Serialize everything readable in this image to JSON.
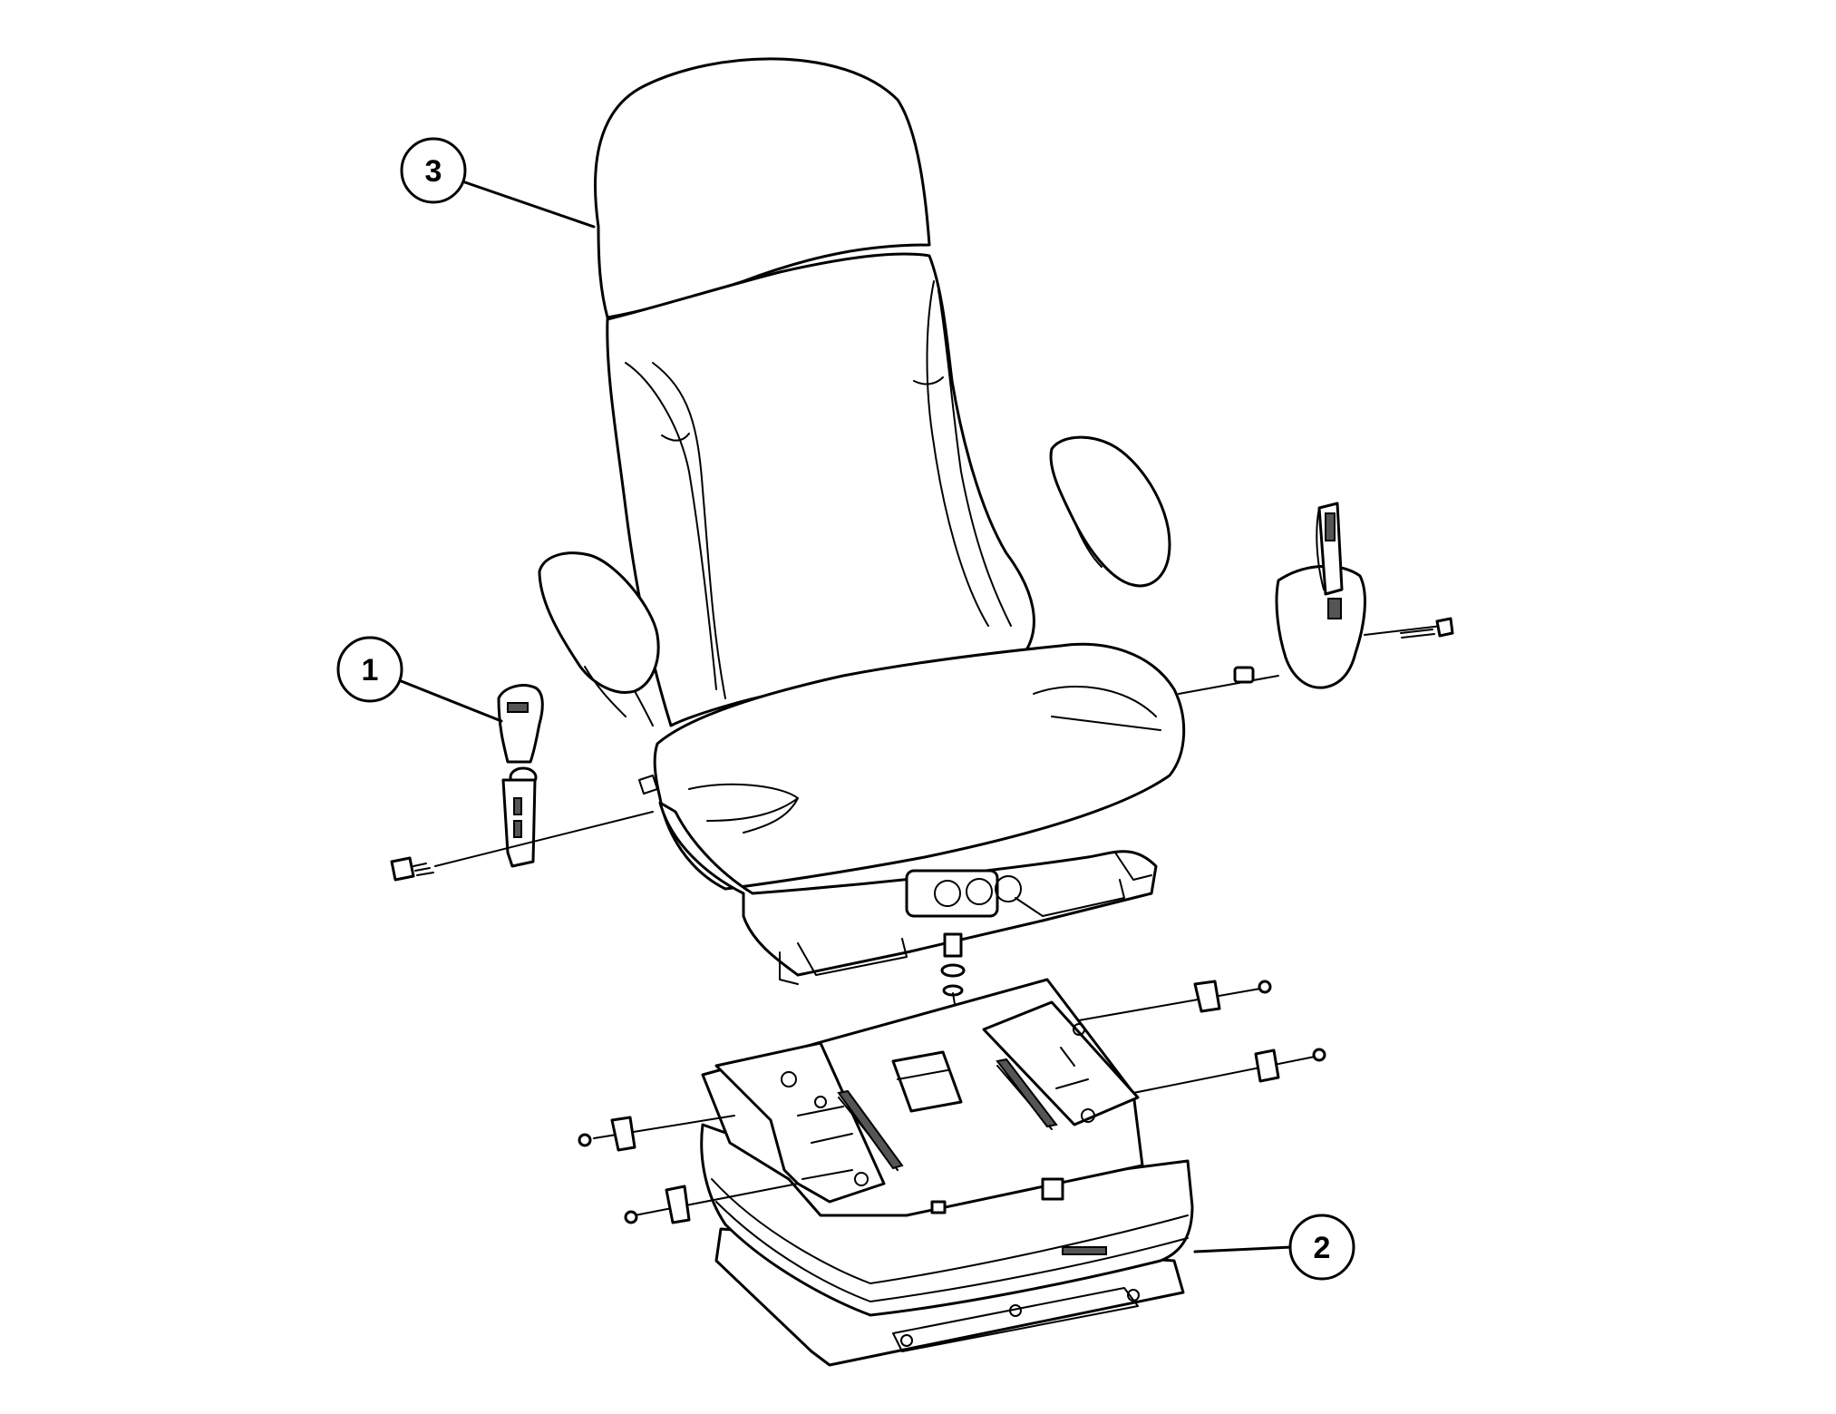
{
  "diagram": {
    "callouts": [
      {
        "id": "callout-1",
        "label": "1",
        "target": "seat-belt-buckle"
      },
      {
        "id": "callout-2",
        "label": "2",
        "target": "seat-suspension-base"
      },
      {
        "id": "callout-3",
        "label": "3",
        "target": "operator-seat"
      }
    ]
  }
}
